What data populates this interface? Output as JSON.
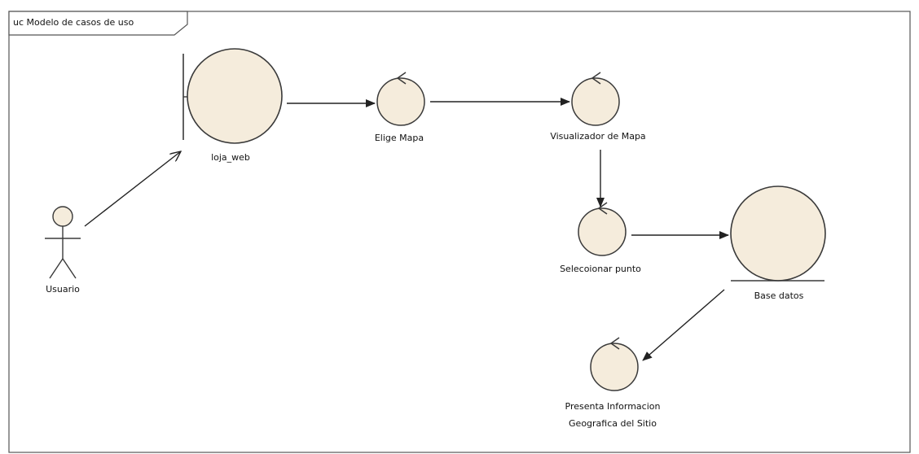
{
  "frame": {
    "title": "uc Modelo de casos de uso"
  },
  "colors": {
    "fill": "#f5ecdc",
    "stroke": "#3a3a3a",
    "line": "#222222"
  },
  "elements": {
    "actor_usuario": "Usuario",
    "boundary_loja_web": "loja_web",
    "control_elige_mapa": "Elige Mapa",
    "control_visualizador": "Visualizador de Mapa",
    "control_seleccionar": "Selecoionar punto",
    "entity_base_datos": "Base datos",
    "control_presenta_line1": "Presenta Informacion",
    "control_presenta_line2": "Geografica del Sitio"
  }
}
